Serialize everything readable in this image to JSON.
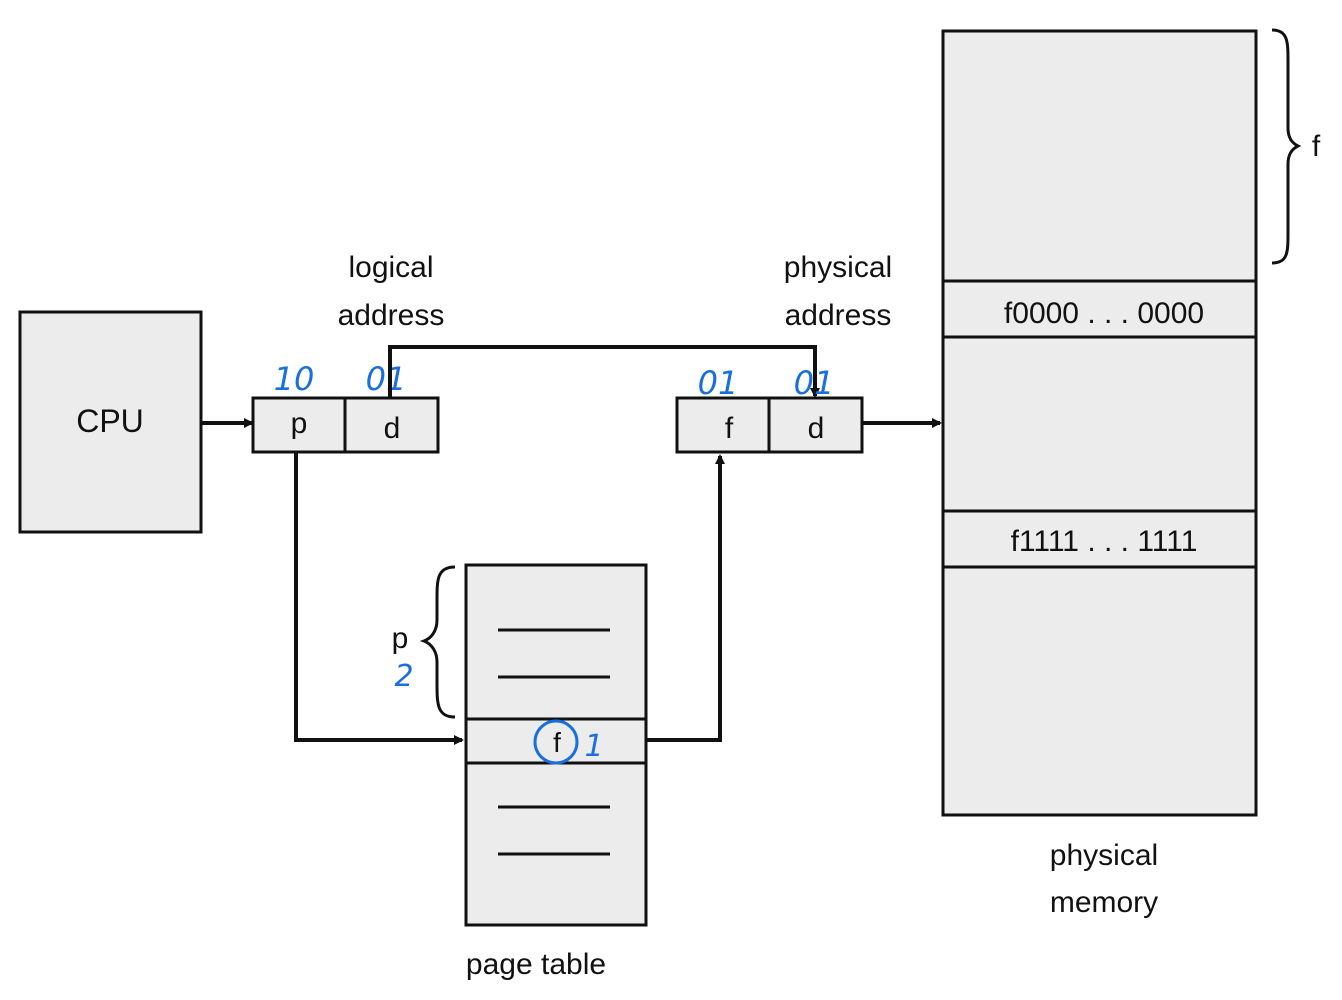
{
  "cpu": {
    "label": "CPU"
  },
  "logical_address": {
    "title_line1": "logical",
    "title_line2": "address",
    "field_p": "p",
    "field_d": "d",
    "annotation_p": "10",
    "annotation_d": "01"
  },
  "physical_address": {
    "title_line1": "physical",
    "title_line2": "address",
    "field_f": "f",
    "field_d": "d",
    "annotation_f": "01",
    "annotation_d": "01"
  },
  "page_table": {
    "caption": "page table",
    "brace_label": "p",
    "brace_annotation": "2",
    "entry_label": "f",
    "entry_annotation": "1"
  },
  "physical_memory": {
    "caption_line1": "physical",
    "caption_line2": "memory",
    "frame_start": "f0000 . . . 0000",
    "frame_end": "f1111 . . . 1111",
    "brace_label": "f"
  },
  "colors": {
    "box_fill": "#ececec",
    "stroke": "#111111",
    "annotation": "#1a6fe0"
  }
}
